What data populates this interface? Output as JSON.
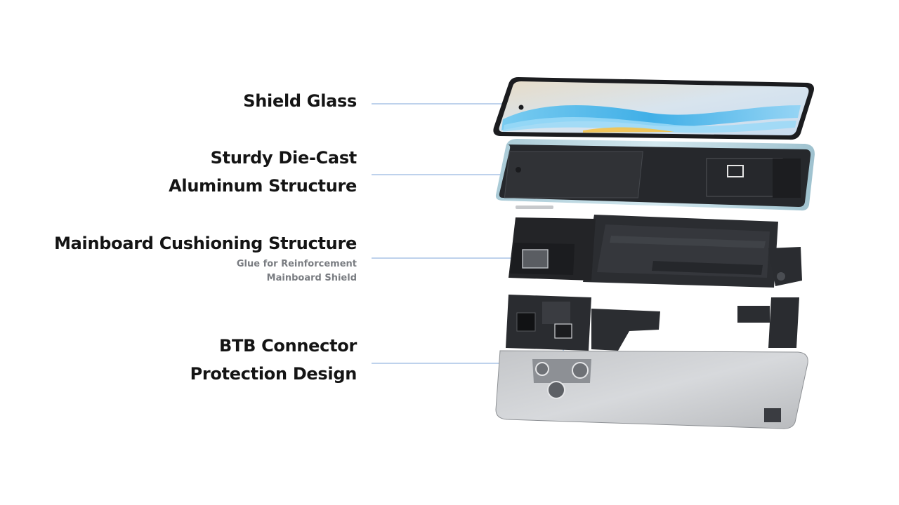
{
  "labels": {
    "shield_glass": "Shield Glass",
    "frame_line1": "Sturdy Die-Cast",
    "frame_line2": "Aluminum Structure",
    "mainboard": "Mainboard Cushioning Structure",
    "mainboard_sub1": "Glue for Reinforcement",
    "mainboard_sub2": "Mainboard Shield",
    "btb_line1": "BTB Connector",
    "btb_line2": "Protection Design"
  },
  "colors": {
    "background": "#ffffff",
    "text": "#141414",
    "subtext": "#7a7d82",
    "leader_line": "#7ea6d8",
    "frame_edge": "#b9d7e2",
    "glass_wave": "#3fb6ea",
    "component_dark": "#2b2d31"
  }
}
